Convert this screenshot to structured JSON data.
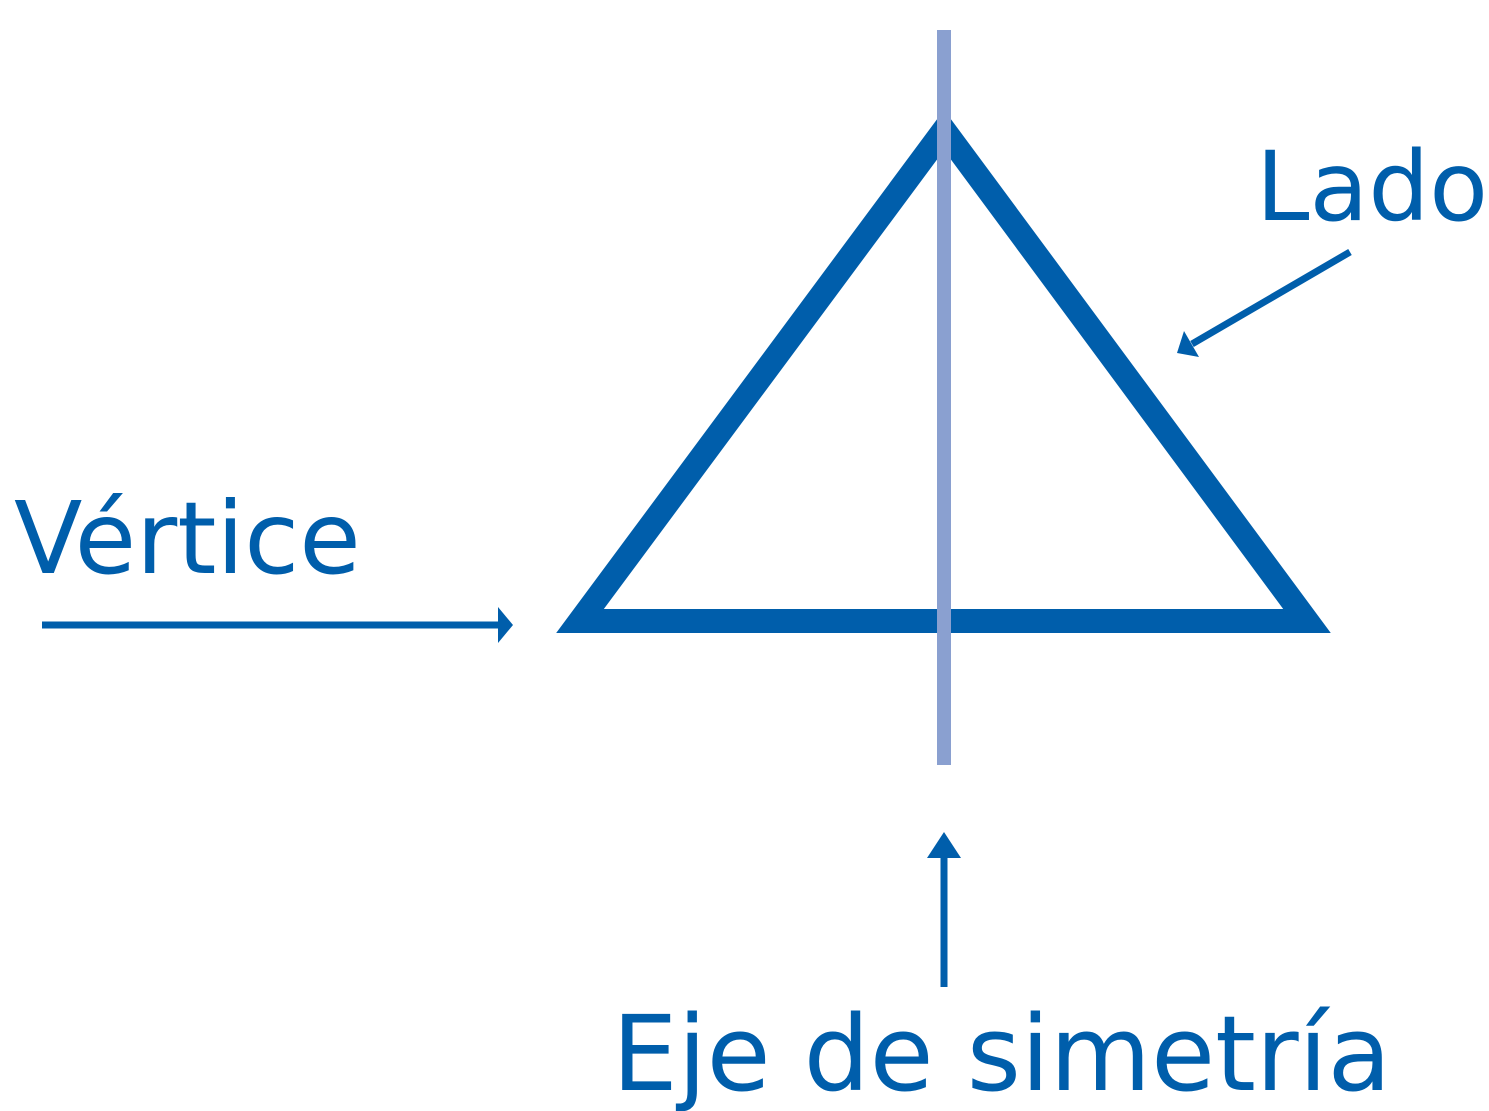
{
  "colors": {
    "primary": "#005EAB",
    "axis": "#8AA0D0",
    "background": "#FFFFFF"
  },
  "labels": {
    "vertex": "Vértice",
    "side": "Lado",
    "axis": "Eje de simetría"
  }
}
